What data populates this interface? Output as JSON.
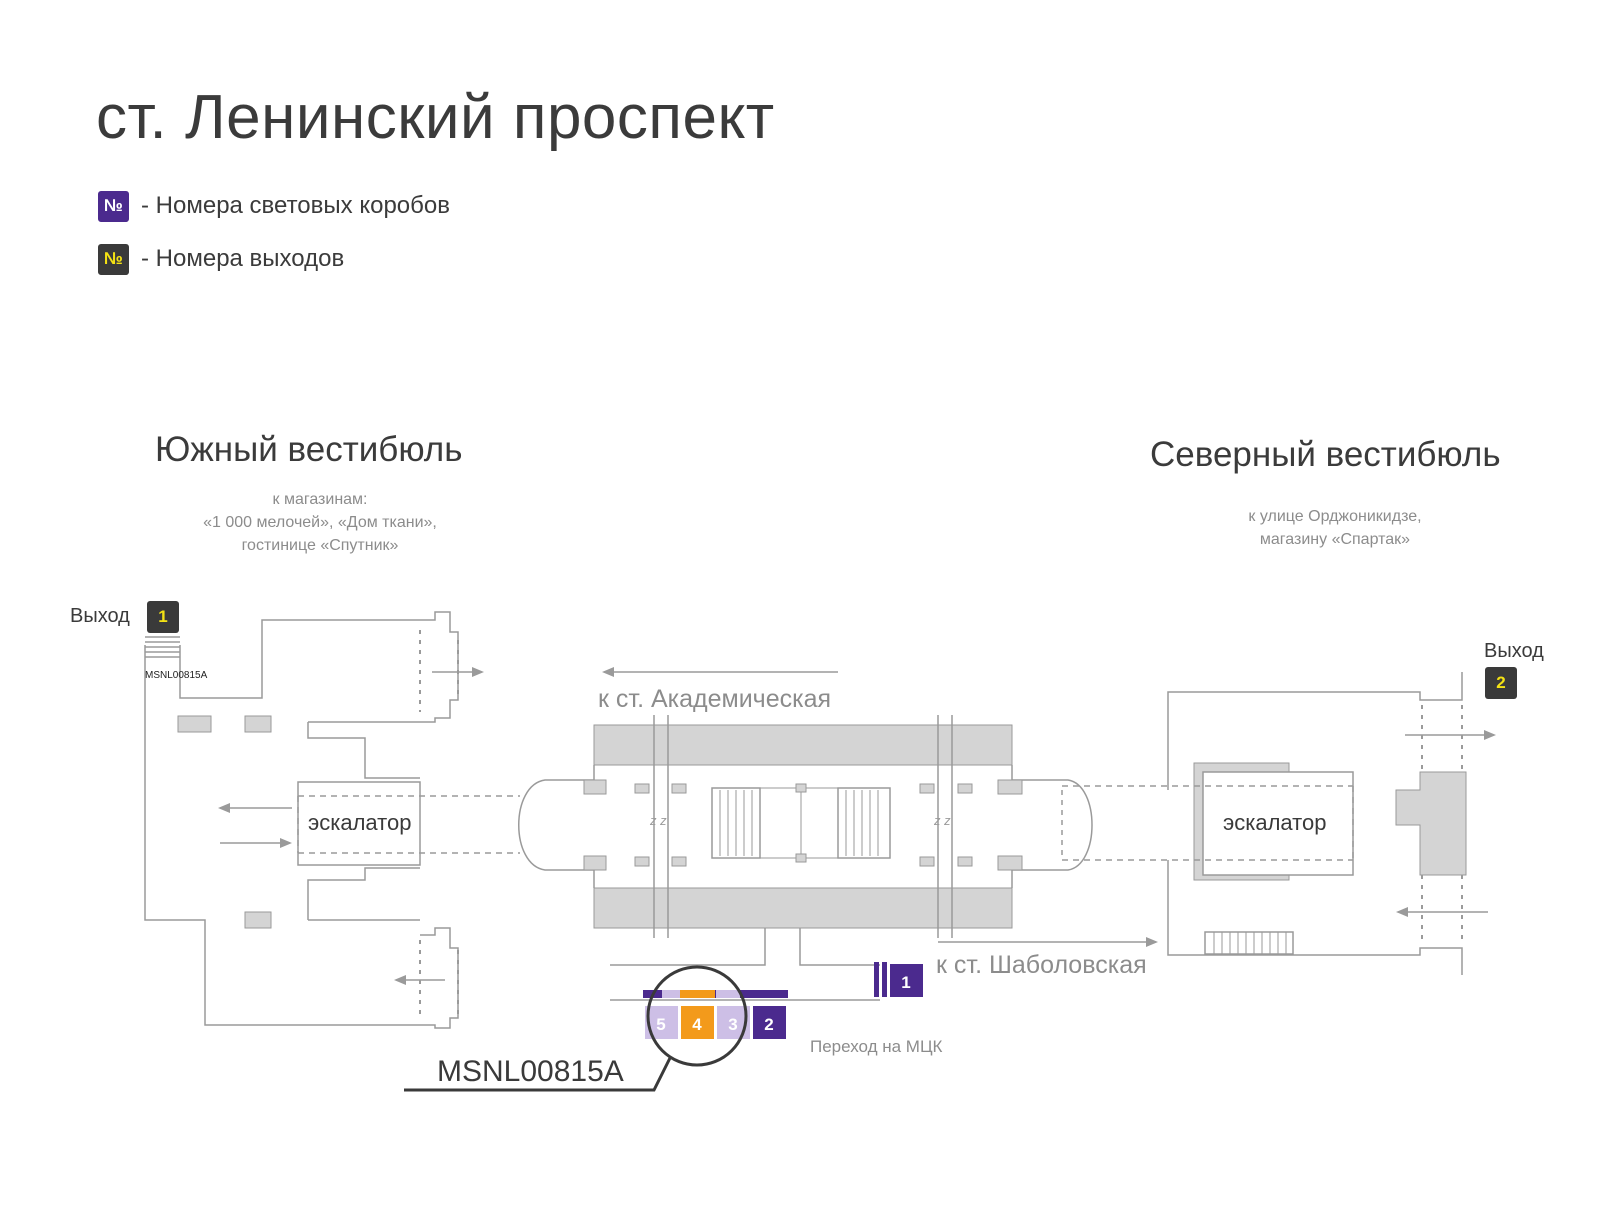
{
  "station": {
    "title": "ст. Ленинский проспект"
  },
  "legend": [
    {
      "symbol": "№",
      "label": "- Номера световых коробов",
      "color": "#4b2a8e",
      "text_color": "#ffffff"
    },
    {
      "symbol": "№",
      "label": "- Номера выходов",
      "color": "#3a3a3a",
      "text_color": "#f4e214"
    }
  ],
  "south_vestibule": {
    "title": "Южный вестибюль",
    "subtitle_lines": [
      "к магазинам:",
      "«1 000 мелочей», «Дом ткани»,",
      "гостинице «Спутник»"
    ],
    "exit_label": "Выход",
    "exit_number": "1",
    "escalator_label": "эскалатор",
    "small_code": "MSNL00815A"
  },
  "north_vestibule": {
    "title": "Северный вестибюль",
    "subtitle_lines": [
      "к улице Орджоникидзе,",
      "магазину «Спартак»"
    ],
    "exit_label": "Выход",
    "exit_number": "2",
    "escalator_label": "эскалатор"
  },
  "platform": {
    "to_academicheskaya": "к ст. Академическая",
    "to_shabolovskaya": "к ст. Шаболовская",
    "transfer_label": "Переход на МЦК",
    "transfer_exit_number": "1"
  },
  "lightboxes": [
    {
      "number": "5",
      "state": "inactive"
    },
    {
      "number": "4",
      "state": "highlighted"
    },
    {
      "number": "3",
      "state": "inactive"
    },
    {
      "number": "2",
      "state": "active"
    }
  ],
  "callout": {
    "code": "MSNL00815A"
  },
  "colors": {
    "purple": "#4b2a8e",
    "light_purple": "#cdbfe6",
    "orange": "#f39a1b",
    "exit_badge": "#3a3a3a",
    "exit_badge_text": "#f4e214",
    "wall": "#9a9a9a",
    "fill_gray": "#d4d4d4"
  }
}
